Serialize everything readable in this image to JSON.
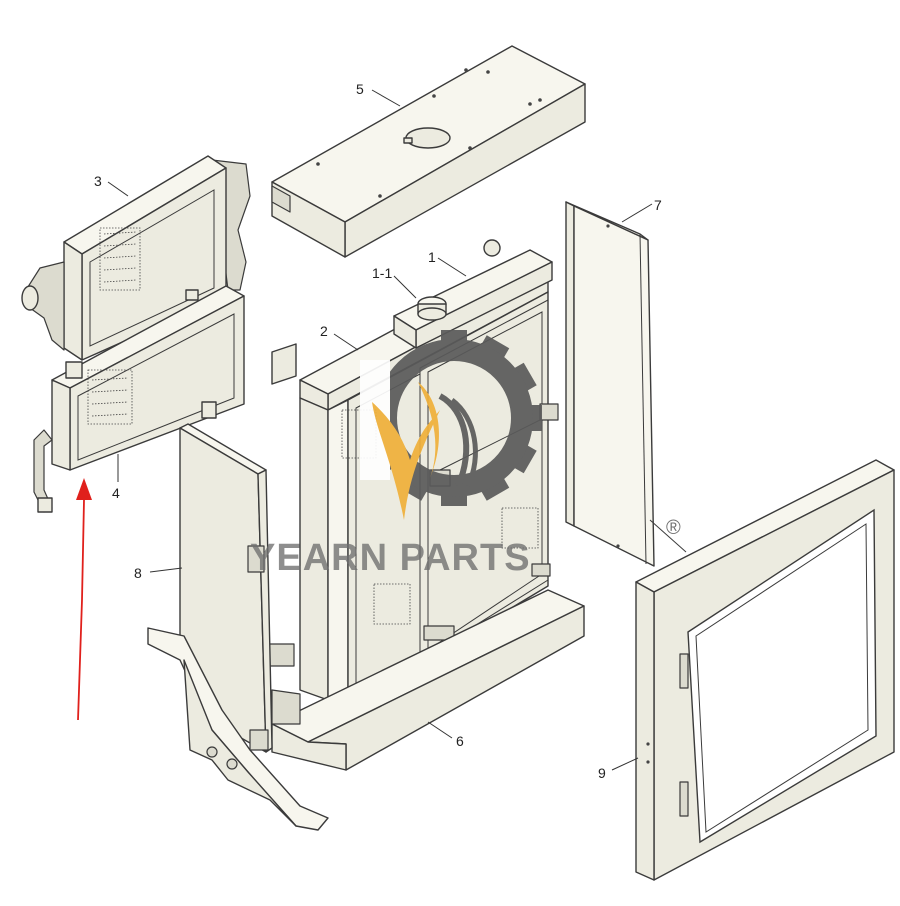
{
  "callouts": [
    {
      "id": "5",
      "label": "5"
    },
    {
      "id": "3",
      "label": "3"
    },
    {
      "id": "7",
      "label": "7"
    },
    {
      "id": "1",
      "label": "1"
    },
    {
      "id": "1-1",
      "label": "1-1"
    },
    {
      "id": "2",
      "label": "2"
    },
    {
      "id": "4",
      "label": "4"
    },
    {
      "id": "8",
      "label": "8"
    },
    {
      "id": "6",
      "label": "6"
    },
    {
      "id": "9",
      "label": "9"
    }
  ],
  "watermark": {
    "brand": "YEARN PARTS",
    "registered_mark": "®",
    "logo_colors": {
      "gear": "#5a5a5a",
      "flame": "#f0b03a"
    }
  },
  "arrow": {
    "color": "#e0201c",
    "direction": "up"
  }
}
